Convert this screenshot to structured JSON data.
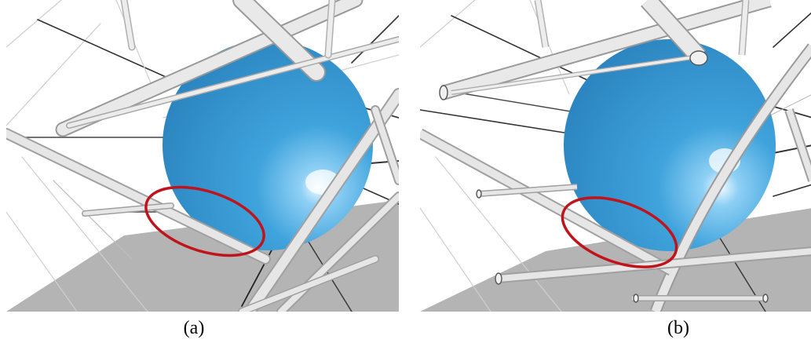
{
  "figure": {
    "panels": [
      {
        "id": "a",
        "caption": "(a)"
      },
      {
        "id": "b",
        "caption": "(b)"
      }
    ],
    "colors": {
      "sphere": "#3a9ad6",
      "sphere_highlight": "#e8f8ff",
      "rod": "#e2e2e2",
      "rod_edge": "#9a9a9a",
      "floor": "#b4b4b4",
      "wire_dark": "#333333",
      "wire_light": "#cfcfcf",
      "highlight_ellipse": "#c0141c"
    }
  }
}
